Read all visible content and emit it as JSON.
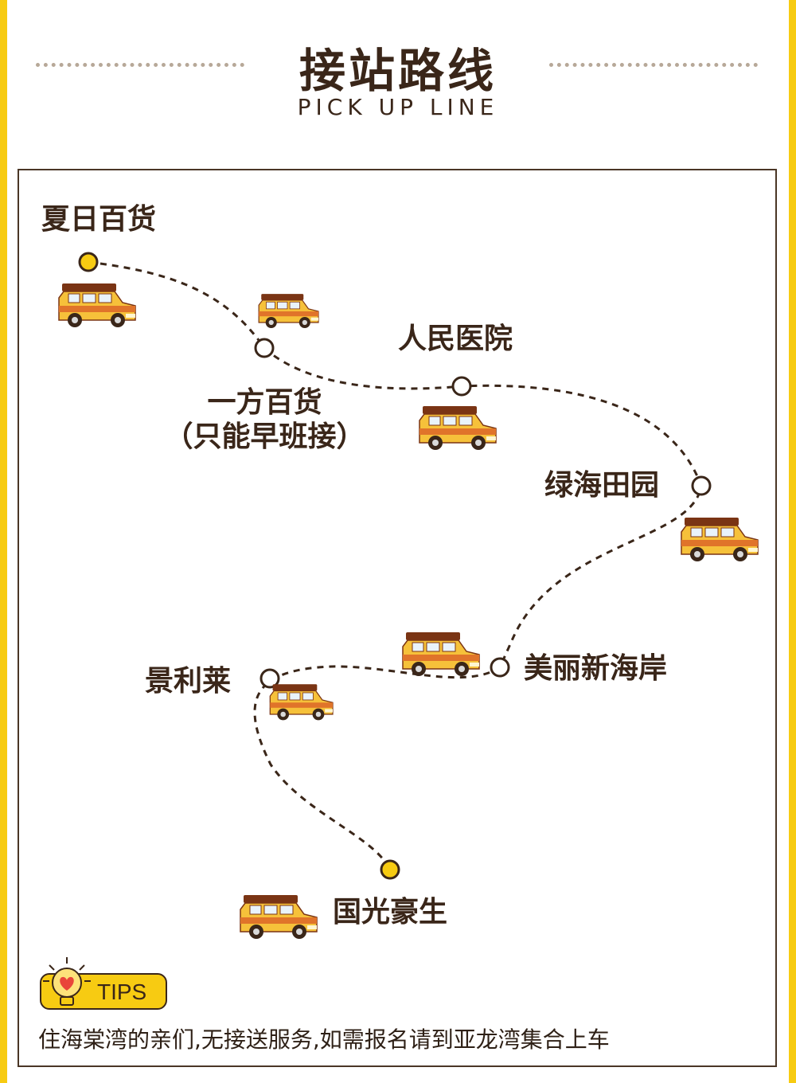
{
  "header": {
    "title": "接站路线",
    "subtitle": "PICK UP LINE"
  },
  "route": {
    "stops": [
      {
        "id": "xiari",
        "name": "夏日百货",
        "type": "terminal"
      },
      {
        "id": "yifang",
        "name": "一方百货",
        "note": "（只能早班接）",
        "type": "waypoint"
      },
      {
        "id": "renmin",
        "name": "人民医院",
        "type": "waypoint"
      },
      {
        "id": "lvhai",
        "name": "绿海田园",
        "type": "waypoint"
      },
      {
        "id": "meili",
        "name": "美丽新海岸",
        "type": "waypoint"
      },
      {
        "id": "jinglilai",
        "name": "景利莱",
        "type": "waypoint"
      },
      {
        "id": "guoguang",
        "name": "国光豪生",
        "type": "terminal"
      }
    ]
  },
  "tips": {
    "badge": "TIPS",
    "text": "住海棠湾的亲们,无接送服务,如需报名请到亚龙湾集合上车"
  },
  "colors": {
    "accent": "#f7cb12",
    "dark": "#3a2619",
    "car_yellow": "#f6c13a",
    "car_orange": "#e0742a"
  },
  "icons": [
    "car-icon",
    "lightbulb-heart-icon"
  ]
}
